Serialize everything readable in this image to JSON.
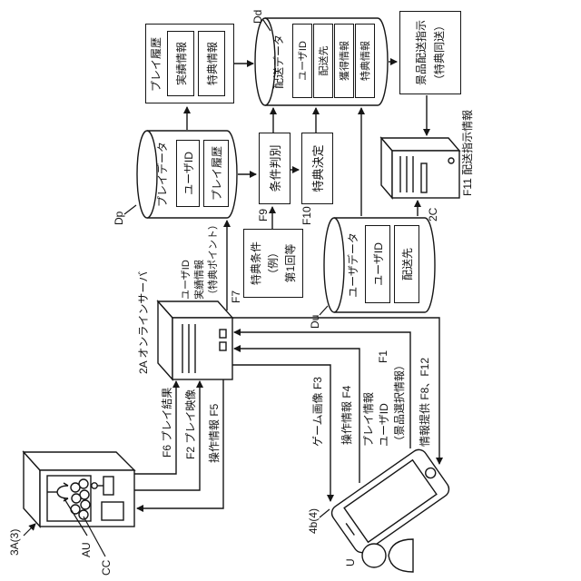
{
  "figure": {
    "refs": {
      "arcade": "3A(3)",
      "arm": "AU",
      "catcher": "CC",
      "online_server": "2A オンラインサーバ",
      "delivery_server": "2C",
      "phone": "4b(4)",
      "user": "U",
      "db_play": "Dp",
      "db_delivery": "Dd",
      "db_user": "Du",
      "f9": "F9",
      "f10": "F10",
      "f7": "F7",
      "f1": "F1"
    },
    "db_play": {
      "title": "プレイデータ",
      "fields": [
        "ユーザID",
        "プレイ履歴"
      ]
    },
    "db_delivery": {
      "title": "配送データ",
      "fields": [
        "ユーザID",
        "配送先",
        "獲得情報",
        "特典情報"
      ]
    },
    "db_user": {
      "title": "ユーザデータ",
      "fields": [
        "ユーザID",
        "配送先"
      ]
    },
    "play_history_box": {
      "title": "プレイ履歴",
      "fields": [
        "実績情報",
        "特典情報"
      ]
    },
    "condition_box": "条件判別",
    "decision_box": "特典決定",
    "criteria_box": {
      "line1": "特典条件",
      "line2": "（例）",
      "line3": "第1回等"
    },
    "shipping_box": {
      "line1": "景品配送指示",
      "line2": "（特典同送）"
    },
    "flows": {
      "f6": "F6 プレイ結果",
      "f2": "F2 プレイ映像",
      "f5": "操作情報 F5",
      "f3": "ゲーム画像 F3",
      "f4": "操作情報 F4",
      "f1": {
        "line1": "プレイ情報",
        "line2": "ユーザID",
        "line3": "（景品選択情報）"
      },
      "f8": "情報提供 F8、F12",
      "f7": {
        "line1": "ユーザID",
        "line2": "実績情報",
        "line3": "（特典ポイント）"
      },
      "f11": "F11 配送指示情報"
    }
  }
}
